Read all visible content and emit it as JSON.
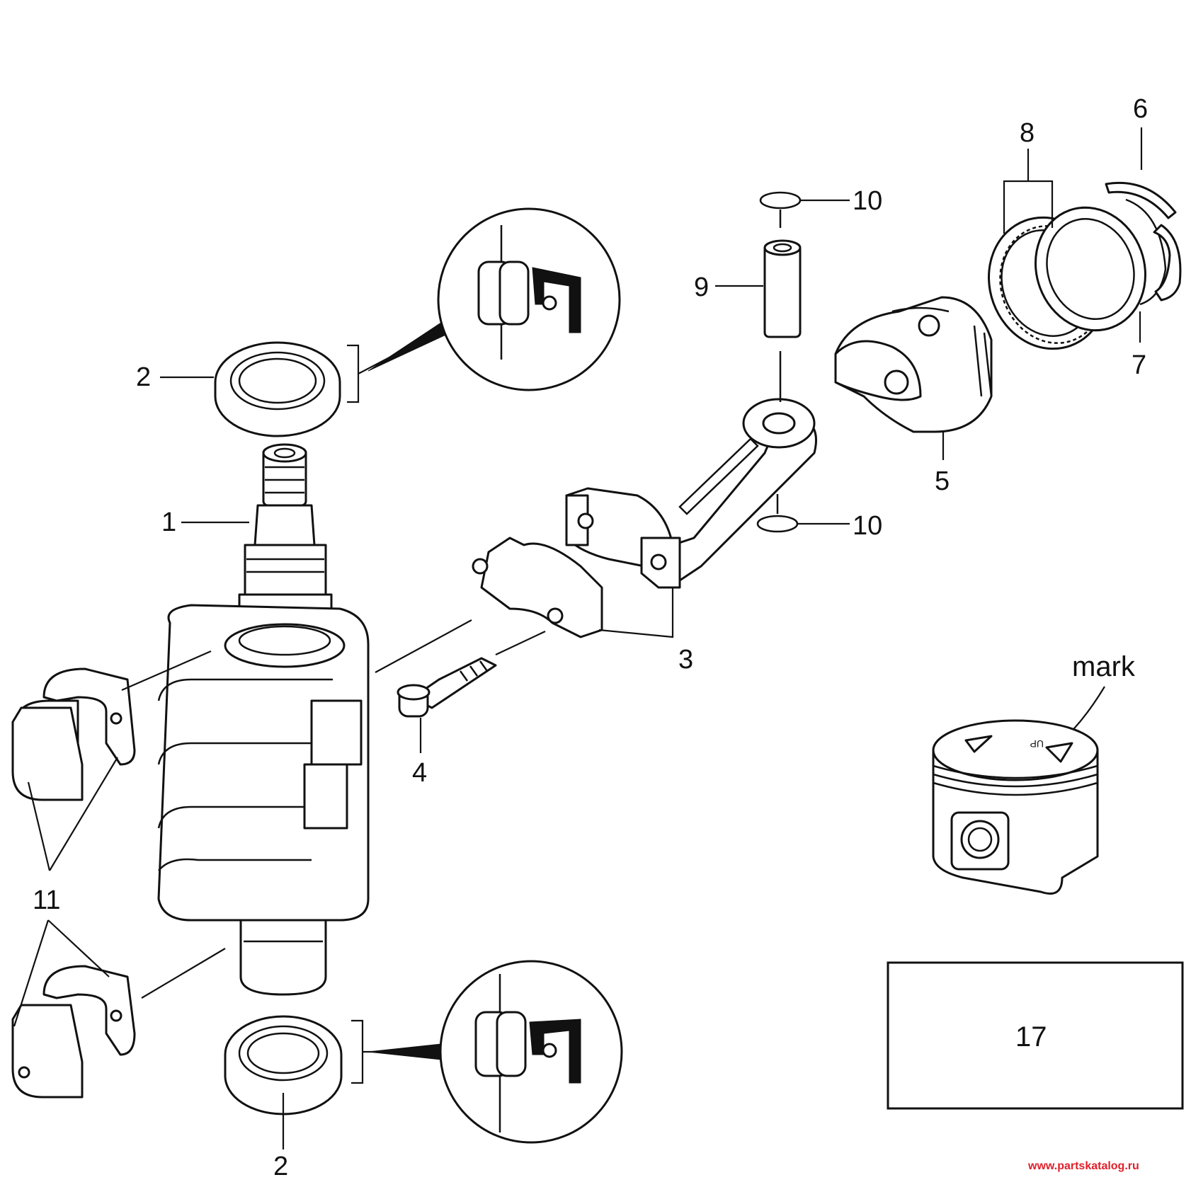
{
  "callouts": {
    "crankshaft": "1",
    "oil_seal_top": "2",
    "oil_seal_bottom": "2",
    "connecting_rod": "3",
    "bolt": "4",
    "piston": "5",
    "ring_top": "6",
    "ring_oil": "7",
    "ring_set": "8",
    "piston_pin": "9",
    "clip_top": "10",
    "clip_bottom": "10",
    "bearing": "11"
  },
  "mark_label": "mark",
  "piston_mark_text": "UP",
  "kit_box_number": "17",
  "watermark": "www.partskatalog.ru"
}
